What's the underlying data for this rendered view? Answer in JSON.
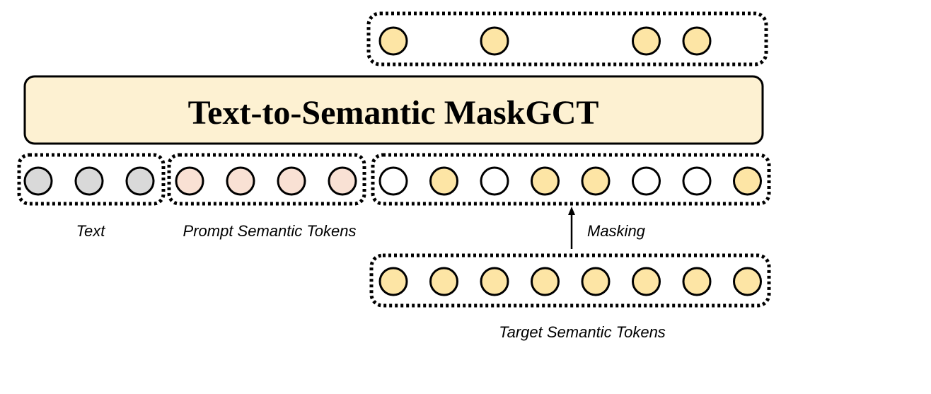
{
  "model": {
    "title": "Text-to-Semantic MaskGCT"
  },
  "labels": {
    "text": "Text",
    "prompt": "Prompt Semantic Tokens",
    "masking": "Masking",
    "target": "Target Semantic Tokens"
  },
  "colors": {
    "model_fill": "#fdf1d2",
    "token_yellow": "#fde5a5",
    "token_gray": "#d9d9d9",
    "token_pink": "#f9e1d4",
    "token_empty": "#ffffff",
    "stroke": "#000000"
  },
  "groups": {
    "text_tokens": [
      "gray",
      "gray",
      "gray"
    ],
    "prompt_tokens": [
      "pink",
      "pink",
      "pink",
      "pink"
    ],
    "masked_tokens": [
      "empty",
      "yellow",
      "empty",
      "yellow",
      "yellow",
      "empty",
      "empty",
      "yellow"
    ],
    "target_tokens": [
      "yellow",
      "yellow",
      "yellow",
      "yellow",
      "yellow",
      "yellow",
      "yellow",
      "yellow"
    ],
    "output_tokens": [
      "yellow",
      "hidden",
      "yellow",
      "hidden",
      "hidden",
      "yellow",
      "yellow",
      "hidden"
    ]
  }
}
